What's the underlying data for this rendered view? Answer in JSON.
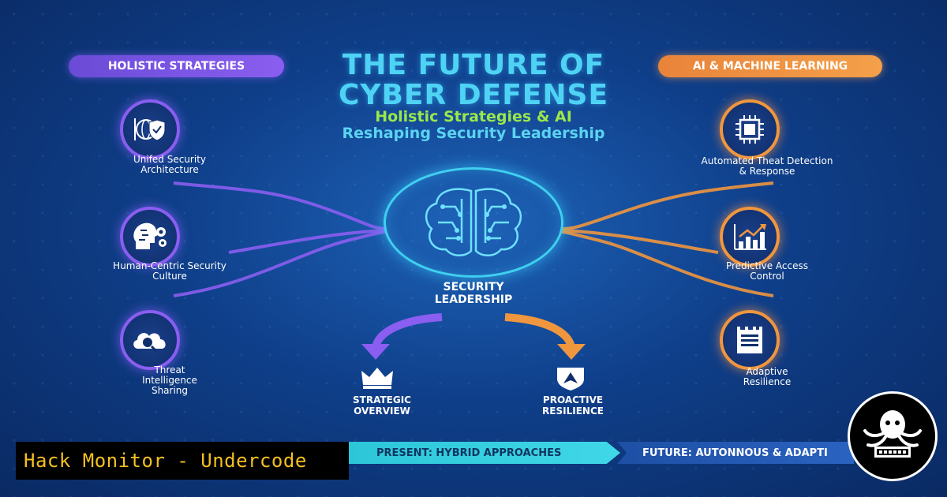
{
  "header": {
    "pill_left": "HOLISTIC STRATEGIES",
    "pill_right": "AI & MACHINE LEARNING",
    "title_line1": "THE FUTURE OF",
    "title_line2": "CYBER DEFENSE",
    "subtitle_line1": "Holistic Strategies & AI",
    "subtitle_line2": "Reshaping Security Leadership"
  },
  "left_nodes": [
    {
      "label_line1": "Unifed Security",
      "label_line2": "Architecture",
      "icon": "shield-network-icon"
    },
    {
      "label_line1": "Human-Centric Security",
      "label_line2": "Culture",
      "icon": "head-gears-icon"
    },
    {
      "label_line1": "Threat",
      "label_line2": "Intelligence",
      "label_line3": "Sharing",
      "icon": "cloud-magnifier-icon"
    }
  ],
  "right_nodes": [
    {
      "label_line1": "Automated Theat Detection",
      "label_line2": "& Response",
      "icon": "chip-icon"
    },
    {
      "label_line1": "Predictive Access",
      "label_line2": "Control",
      "icon": "bar-chart-icon"
    },
    {
      "label_line1": "Adaptive",
      "label_line2": "Resilience",
      "icon": "castle-icon"
    }
  ],
  "center": {
    "label_line1": "SECURITY",
    "label_line2": "LEADERSHIP",
    "icon": "brain-circuit-icon"
  },
  "outcomes": [
    {
      "label_line1": "STRATEGIC",
      "label_line2": "OVERVIEW",
      "icon": "crown-icon"
    },
    {
      "label_line1": "PROACTIVE",
      "label_line2": "RESILIENCE",
      "icon": "shield-arrow-icon"
    }
  ],
  "timeline": {
    "present": "PRESENT: HYBRID APPROACHES",
    "future": "FUTURE: AUTONNOUS & ADAPTI"
  },
  "branding": {
    "site_name": "Hack Monitor - Undercode",
    "logo_icon": "octopus-logo-icon"
  },
  "colors": {
    "purple": "#8a5ef0",
    "orange": "#f0963e",
    "cyan": "#4fd3f5",
    "green": "#9be84a"
  }
}
